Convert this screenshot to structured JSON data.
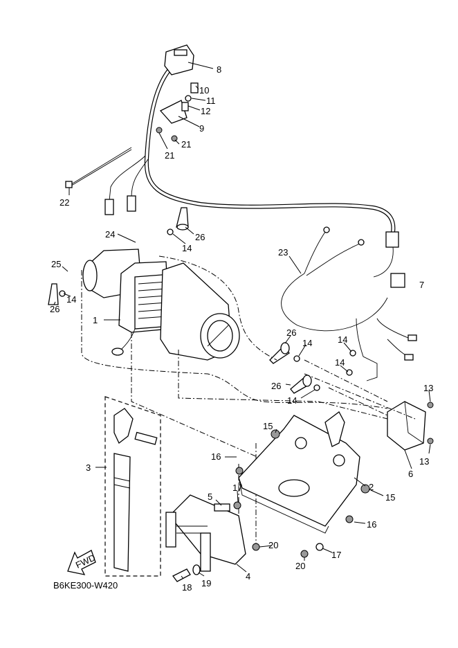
{
  "diagram": {
    "drawing_code": "B6KE300-W420",
    "fwd_label": "FWD",
    "callouts": [
      "8",
      "10",
      "11",
      "12",
      "9",
      "21",
      "21",
      "22",
      "24",
      "26",
      "14",
      "23",
      "7",
      "25",
      "14",
      "26",
      "1",
      "26",
      "14",
      "14",
      "14",
      "26",
      "14",
      "13",
      "15",
      "13",
      "6",
      "3",
      "16",
      "17",
      "5",
      "2",
      "15",
      "16",
      "20",
      "17",
      "20",
      "4",
      "18",
      "19"
    ]
  }
}
